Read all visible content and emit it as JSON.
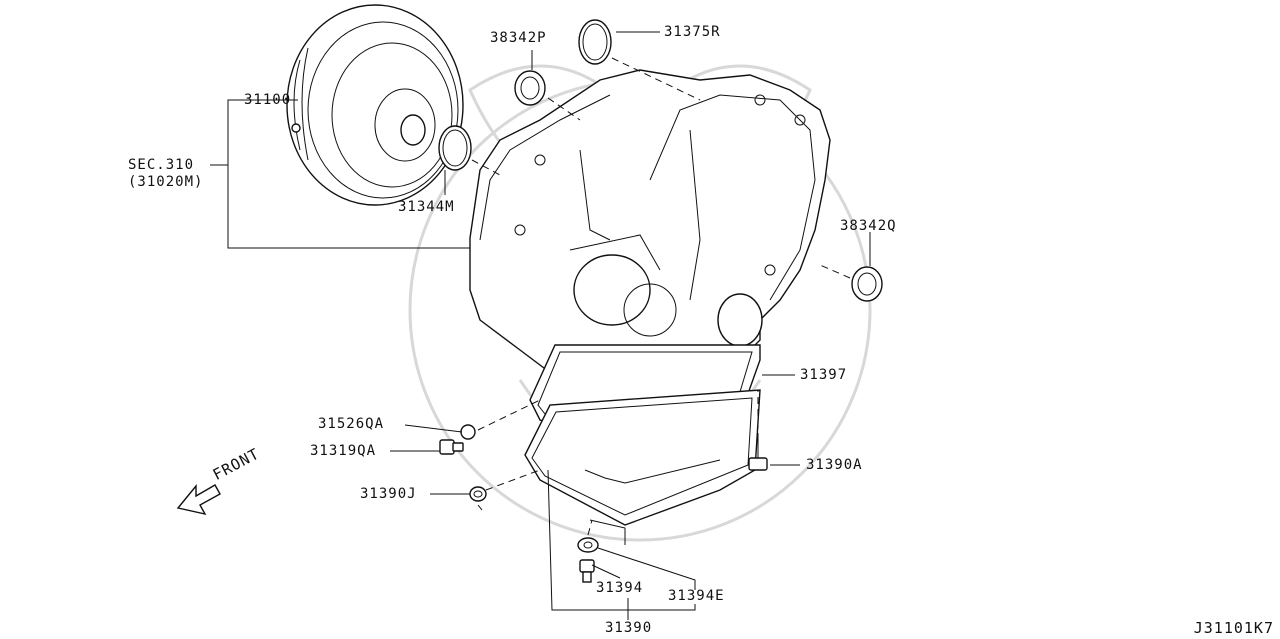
{
  "diagram_id": "J31101K7",
  "front_label": "FRONT",
  "labels": {
    "torque_converter": "31100",
    "sec_ref_line1": "SEC.310",
    "sec_ref_line2": "(31020M)",
    "oil_seal_p": "38342P",
    "o_ring_r": "31375R",
    "o_ring_m": "31344M",
    "oil_seal_q": "38342Q",
    "pan_gasket": "31397",
    "washer_qa": "31526QA",
    "plug_qa": "31319QA",
    "bolt_a": "31390A",
    "washer_j": "31390J",
    "drain_plug": "31394",
    "drain_washer": "31394E",
    "oil_pan": "31390"
  }
}
